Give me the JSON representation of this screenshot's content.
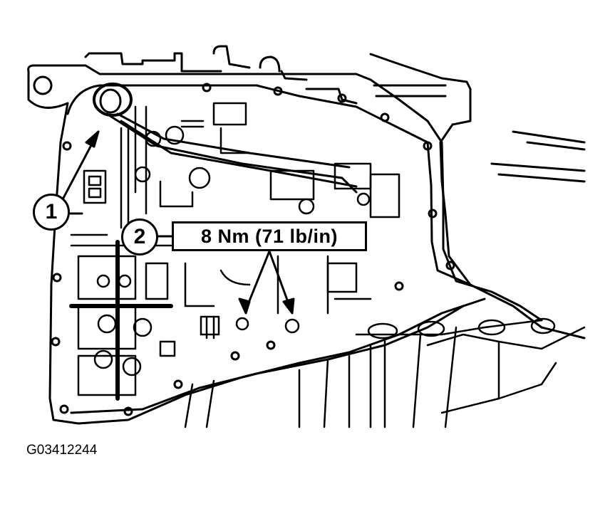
{
  "figure": {
    "id": "G03412244",
    "subject": "transmission valve body line drawing",
    "colors": {
      "line": "#000000",
      "background": "#ffffff"
    }
  },
  "callouts": [
    {
      "number": "1",
      "target": "component at top-left of valve body"
    },
    {
      "number": "2",
      "label": "8 Nm (71 lb/in)",
      "target": "two bolts"
    }
  ]
}
